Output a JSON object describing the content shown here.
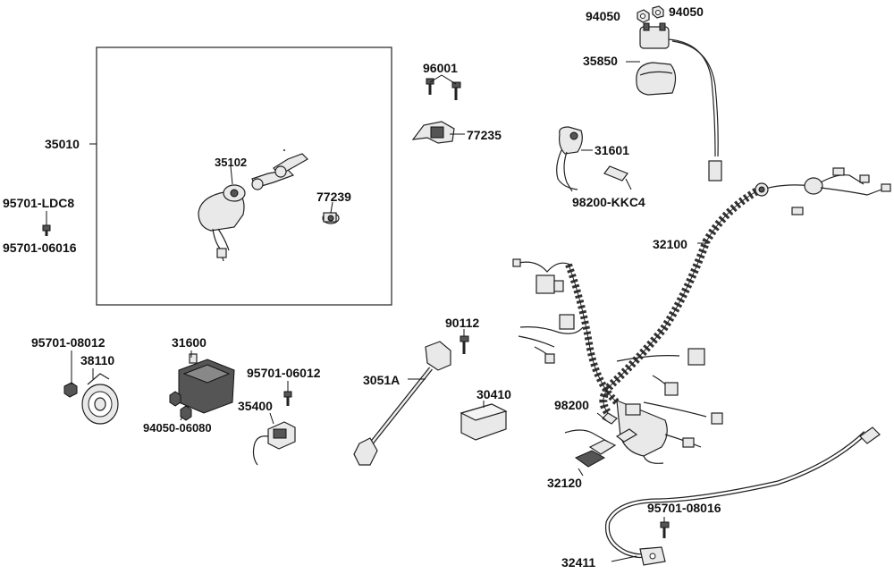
{
  "labels": {
    "p94050a": "94050",
    "p94050b": "94050",
    "p35850": "35850",
    "p96001": "96001",
    "p77235": "77235",
    "p35010": "35010",
    "p35102": "35102",
    "p77239": "77239",
    "p95701_ldc8": "95701-LDC8",
    "p95701_06016": "95701-06016",
    "p31601": "31601",
    "p98200_kkc4": "98200-KKC4",
    "p32100": "32100",
    "p90112": "90112",
    "p95701_08012": "95701-08012",
    "p38110": "38110",
    "p31600": "31600",
    "p95701_06012": "95701-06012",
    "p3051a": "3051A",
    "p30410": "30410",
    "p35400": "35400",
    "p94050_06080": "94050-06080",
    "p98200": "98200",
    "p32120": "32120",
    "p95701_08016": "95701-08016",
    "p32411": "32411"
  }
}
